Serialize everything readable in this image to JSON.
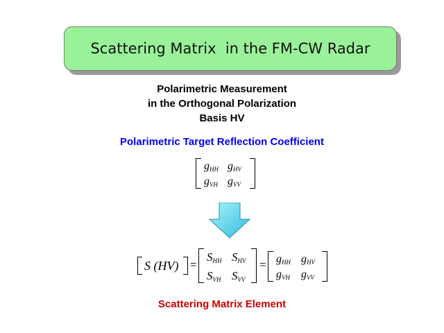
{
  "slide": {
    "title": "Scattering Matrix  in the FM-CW Radar",
    "subtitle_lines": [
      "Polarimetric Measurement",
      "in the Orthogonal Polarization",
      "Basis HV"
    ],
    "reflection_label": "Polarimetric Target Reflection Coefficient",
    "element_label": "Scattering Matrix Element",
    "title_box_color": "#99f299",
    "arrow_color": "#66ddee",
    "reflection_label_color": "#0000ee",
    "element_label_color": "#cc0000"
  },
  "g_matrix": {
    "symbol": "g",
    "subscripts": [
      [
        "HH",
        "HV"
      ],
      [
        "VH",
        "VV"
      ]
    ]
  },
  "equation": {
    "lhs_symbol": "S",
    "lhs_argument": "(HV)",
    "equals": "=",
    "s_matrix": {
      "symbol": "S",
      "subscripts": [
        [
          "HH",
          "HV"
        ],
        [
          "VH",
          "VV"
        ]
      ]
    },
    "g_matrix": {
      "symbol": "g",
      "subscripts": [
        [
          "HH",
          "HV"
        ],
        [
          "VH",
          "VV"
        ]
      ]
    }
  },
  "icons": {
    "arrow": "down-arrow-icon"
  }
}
